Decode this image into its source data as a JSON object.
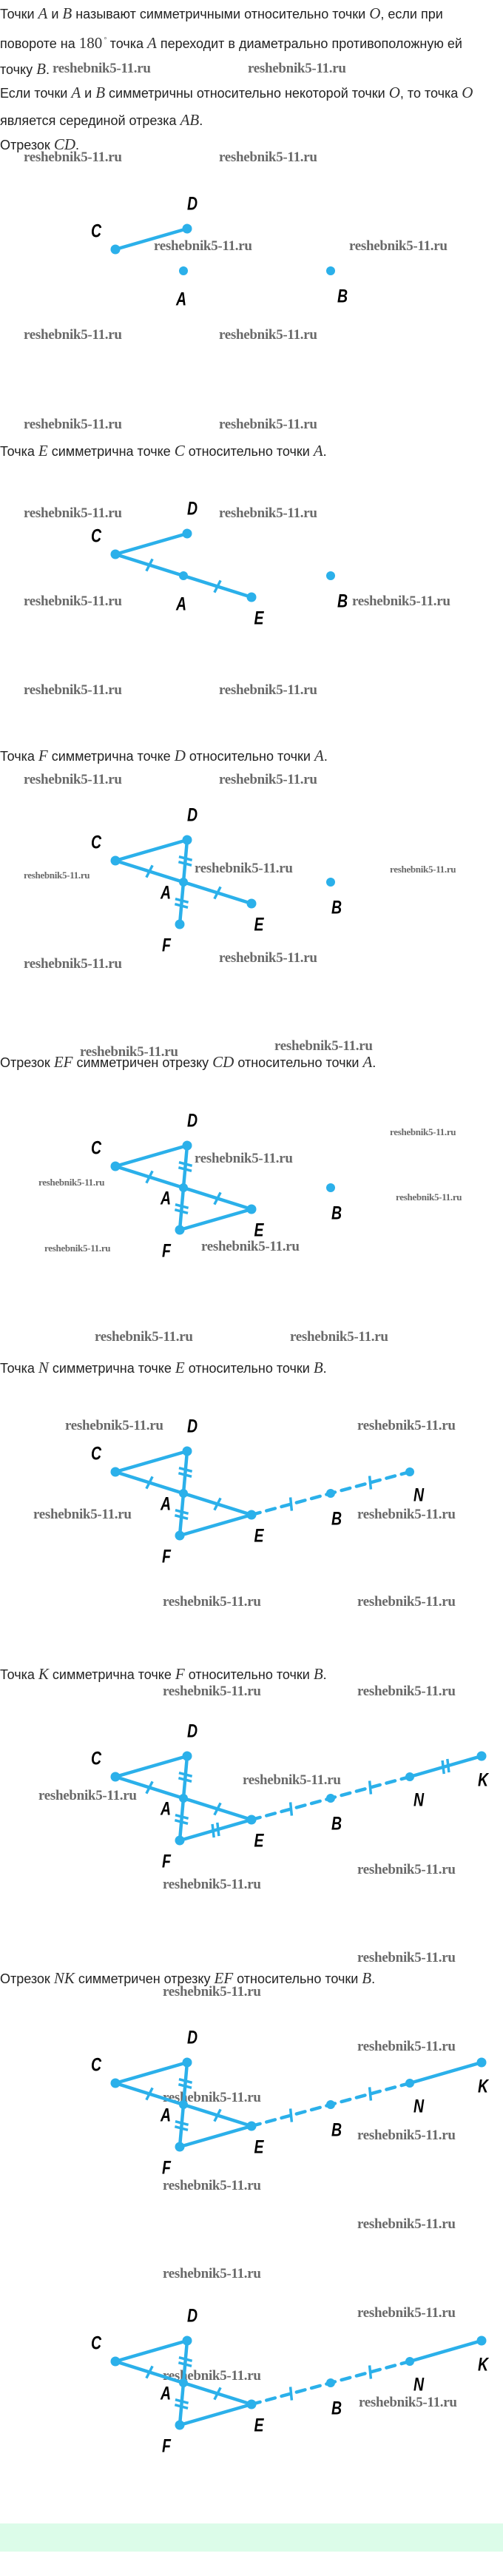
{
  "lines": [
    {
      "parts": [
        {
          "t": "Точки "
        },
        {
          "t": "A",
          "k": "m"
        },
        {
          "t": " и "
        },
        {
          "t": "B",
          "k": "m"
        },
        {
          "t": " называют симметричными относительно точки "
        },
        {
          "t": "O",
          "k": "m"
        },
        {
          "t": ", если при"
        }
      ]
    },
    {
      "parts": [
        {
          "t": "повороте на "
        },
        {
          "t": "180",
          "k": "n"
        },
        {
          "t": "°",
          "k": "s"
        },
        {
          "t": "точка "
        },
        {
          "t": "A",
          "k": "m"
        },
        {
          "t": " переходит в диаметрально противоположную ей"
        }
      ]
    },
    {
      "parts": [
        {
          "t": "точку "
        },
        {
          "t": "B",
          "k": "m"
        },
        {
          "t": "."
        }
      ]
    },
    {
      "parts": [
        {
          "t": "Если точки "
        },
        {
          "t": "A",
          "k": "m"
        },
        {
          "t": " и "
        },
        {
          "t": "B",
          "k": "m"
        },
        {
          "t": " симметричны относительно некоторой точки "
        },
        {
          "t": "O",
          "k": "m"
        },
        {
          "t": ", то точка "
        },
        {
          "t": "O",
          "k": "m"
        }
      ]
    },
    {
      "parts": [
        {
          "t": "является серединой отрезка "
        },
        {
          "t": "AB",
          "k": "m"
        },
        {
          "t": "."
        }
      ]
    },
    {
      "parts": [
        {
          "t": "Отрезок "
        },
        {
          "t": "CD",
          "k": "m"
        },
        {
          "t": "."
        }
      ]
    },
    {
      "parts": [
        {
          "t": "Точка "
        },
        {
          "t": "E",
          "k": "m"
        },
        {
          "t": " симметрична точке "
        },
        {
          "t": "C",
          "k": "m"
        },
        {
          "t": " относительно точки "
        },
        {
          "t": "A",
          "k": "m"
        },
        {
          "t": "."
        }
      ]
    },
    {
      "parts": [
        {
          "t": "Точка "
        },
        {
          "t": "F",
          "k": "m"
        },
        {
          "t": " симметрична точке "
        },
        {
          "t": "D",
          "k": "m"
        },
        {
          "t": " относительно точки "
        },
        {
          "t": "A",
          "k": "m"
        },
        {
          "t": "."
        }
      ]
    },
    {
      "parts": [
        {
          "t": "Отрезок "
        },
        {
          "t": "EF",
          "k": "m"
        },
        {
          "t": " симметричен отрезку "
        },
        {
          "t": "CD",
          "k": "m"
        },
        {
          "t": " относительно точки "
        },
        {
          "t": "A",
          "k": "m"
        },
        {
          "t": "."
        }
      ]
    },
    {
      "parts": [
        {
          "t": "Точка "
        },
        {
          "t": "N",
          "k": "m"
        },
        {
          "t": " симметрична точке "
        },
        {
          "t": "E",
          "k": "m"
        },
        {
          "t": " относительно точки "
        },
        {
          "t": "B",
          "k": "m"
        },
        {
          "t": "."
        }
      ]
    },
    {
      "parts": [
        {
          "t": "Точка "
        },
        {
          "t": "K",
          "k": "m"
        },
        {
          "t": " симметрична точке "
        },
        {
          "t": "F",
          "k": "m"
        },
        {
          "t": " относительно точки "
        },
        {
          "t": "B",
          "k": "m"
        },
        {
          "t": "."
        }
      ]
    },
    {
      "parts": [
        {
          "t": "Отрезок "
        },
        {
          "t": "NK",
          "k": "m"
        },
        {
          "t": " симметричен отрезку "
        },
        {
          "t": "EF",
          "k": "m"
        },
        {
          "t": " относительно точки "
        },
        {
          "t": "B",
          "k": "m"
        },
        {
          "t": "."
        }
      ]
    }
  ],
  "figures": [
    {
      "labels": {
        "C": "C",
        "D": "D",
        "A": "A",
        "B": "B"
      }
    },
    {
      "labels": {
        "C": "C",
        "D": "D",
        "A": "A",
        "B": "B",
        "E": "E"
      }
    },
    {
      "labels": {
        "C": "C",
        "D": "D",
        "A": "A",
        "B": "B",
        "E": "E",
        "F": "F"
      }
    },
    {
      "labels": {
        "C": "C",
        "D": "D",
        "A": "A",
        "B": "B",
        "E": "E",
        "F": "F"
      }
    },
    {
      "labels": {
        "C": "C",
        "D": "D",
        "A": "A",
        "B": "B",
        "E": "E",
        "F": "F",
        "N": "N"
      }
    },
    {
      "labels": {
        "C": "C",
        "D": "D",
        "A": "A",
        "B": "B",
        "E": "E",
        "F": "F",
        "N": "N",
        "K": "K"
      }
    },
    {
      "labels": {
        "C": "C",
        "D": "D",
        "A": "A",
        "B": "B",
        "E": "E",
        "F": "F",
        "N": "N",
        "K": "K"
      }
    },
    {
      "labels": {
        "C": "C",
        "D": "D",
        "A": "A",
        "B": "B",
        "E": "E",
        "F": "F",
        "N": "N",
        "K": "K"
      }
    }
  ],
  "watermark": "reshebnik5-11.ru",
  "colors": {
    "figure": "#2bb0ea",
    "text": "#222222",
    "band": "#dcfce9"
  }
}
